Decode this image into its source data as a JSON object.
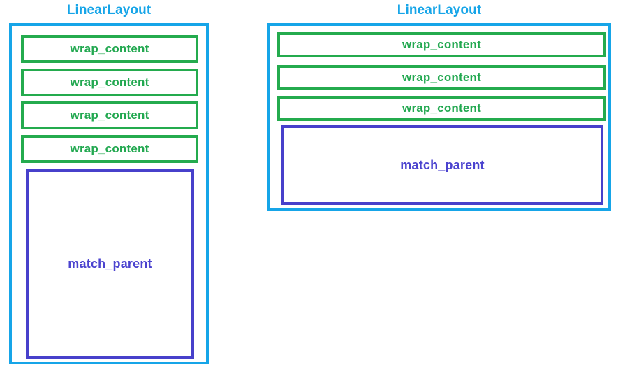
{
  "diagram": {
    "colors": {
      "layout_border": "#16a5e8",
      "layout_title_text": "#16a5e8",
      "wrap_border": "#24ab4e",
      "wrap_text": "#22a850",
      "match_border": "#4740cb",
      "match_text": "#4b43cf",
      "background": "#ffffff"
    },
    "panels": [
      {
        "id": "left",
        "title": "LinearLayout",
        "orientation": "vertical",
        "children": [
          {
            "type": "wrap",
            "label": "wrap_content"
          },
          {
            "type": "wrap",
            "label": "wrap_content"
          },
          {
            "type": "wrap",
            "label": "wrap_content"
          },
          {
            "type": "wrap",
            "label": "wrap_content"
          },
          {
            "type": "match",
            "label": "match_parent"
          }
        ]
      },
      {
        "id": "right",
        "title": "LinearLayout",
        "orientation": "vertical",
        "children": [
          {
            "type": "wrap",
            "label": "wrap_content"
          },
          {
            "type": "wrap",
            "label": "wrap_content"
          },
          {
            "type": "wrap",
            "label": "wrap_content"
          },
          {
            "type": "match",
            "label": "match_parent"
          }
        ]
      }
    ]
  }
}
